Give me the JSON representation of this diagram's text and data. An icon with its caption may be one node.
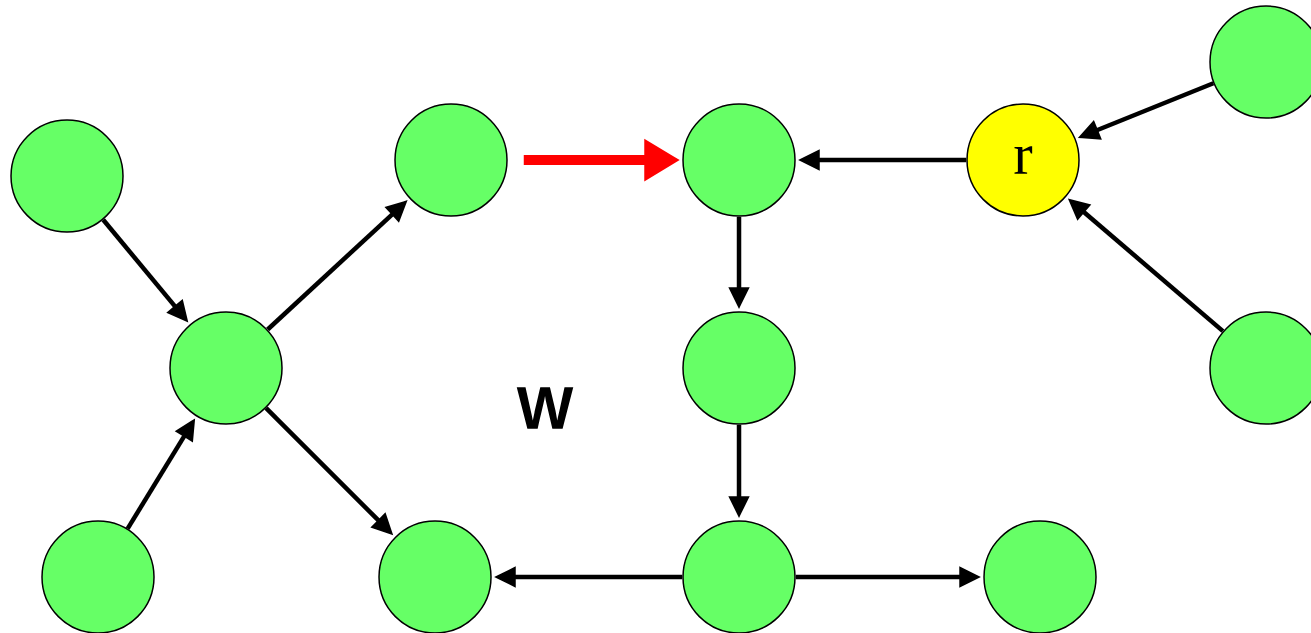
{
  "diagram": {
    "nodes": [
      {
        "text": [],
        "shape": "circle"
      },
      {
        "text": [],
        "shape": "circle"
      },
      {
        "text": [],
        "shape": "circle"
      },
      {
        "text": [
          "r"
        ]
      },
      {
        "text": [],
        "shape": "circle"
      },
      {
        "text": [],
        "shape": "circle"
      },
      {
        "text": [],
        "shape": "circle"
      },
      {
        "text": [],
        "shape": "circle"
      },
      {
        "text": [],
        "shape": "circle"
      },
      {
        "text": [],
        "shape": "circle"
      },
      {
        "text": [],
        "shape": "circle"
      },
      {
        "text": [],
        "shape": "circle"
      }
    ],
    "edges": [
      {
        "from": 0,
        "to": 5,
        "arrow": "to"
      },
      {
        "from": 5,
        "to": 1,
        "arrow": "to"
      },
      {
        "from": 8,
        "to": 5,
        "arrow": "to"
      },
      {
        "from": 5,
        "to": 9,
        "arrow": "to"
      },
      {
        "from": 1,
        "to": 2,
        "arrow": "to",
        "style": "thick",
        "color": "#ff0000"
      },
      {
        "from": 3,
        "to": 2,
        "arrow": "to"
      },
      {
        "from": 4,
        "to": 3,
        "arrow": "to"
      },
      {
        "from": 7,
        "to": 3,
        "arrow": "to"
      },
      {
        "from": 2,
        "to": 6,
        "arrow": "to"
      },
      {
        "from": 6,
        "to": 10,
        "arrow": "to"
      },
      {
        "from": 10,
        "to": 9,
        "arrow": "to"
      },
      {
        "from": 10,
        "to": 11,
        "arrow": "to"
      }
    ],
    "labels": [
      "W"
    ]
  }
}
